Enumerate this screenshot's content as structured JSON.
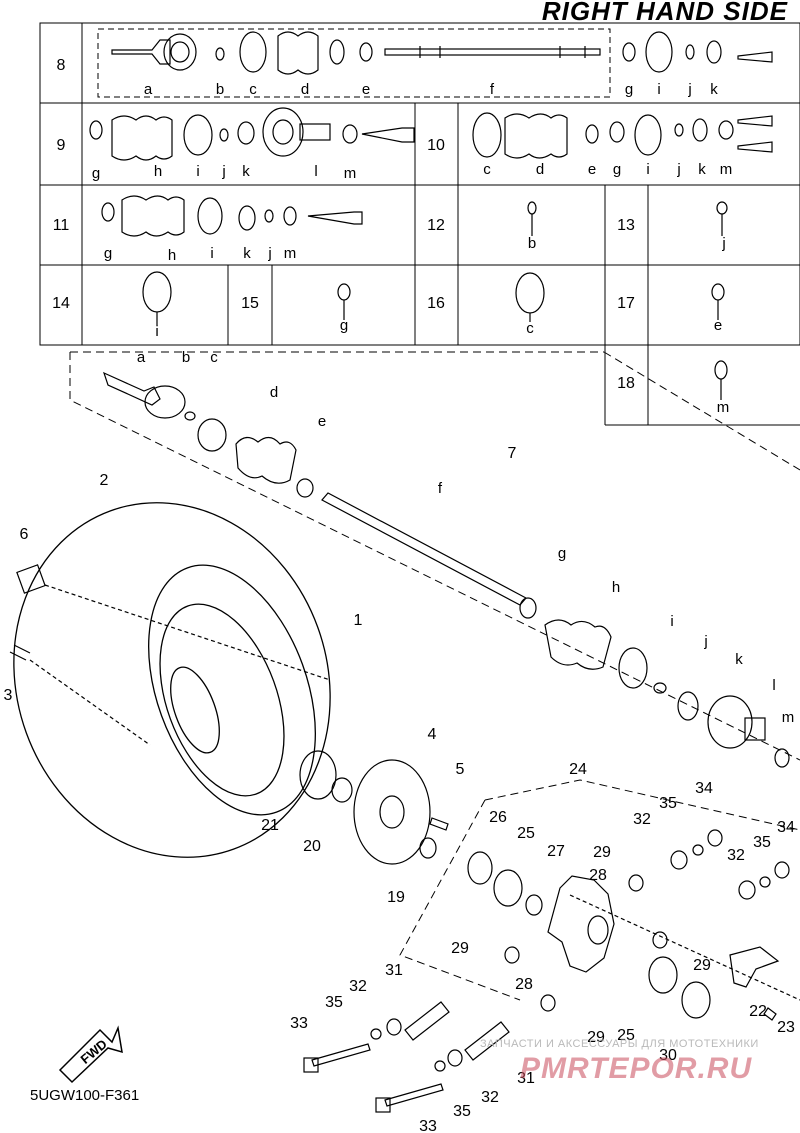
{
  "header": {
    "title": "RIGHT HAND SIDE"
  },
  "footer": {
    "code": "5UGW100-F361",
    "fwd": "FWD"
  },
  "watermark": {
    "text": "ЗАПЧАСТИ И АКСЕССУАРЫ ДЛЯ МОТОТЕХНИКИ",
    "site": "PMRTEPOR.RU"
  },
  "table": [
    {
      "no": "8",
      "parts": [
        "a",
        "b",
        "c",
        "d",
        "e",
        "f",
        "g",
        "i",
        "j",
        "k"
      ]
    },
    {
      "no": "9",
      "parts": [
        "g",
        "h",
        "i",
        "j",
        "k",
        "l",
        "m"
      ]
    },
    {
      "no": "10",
      "parts": [
        "c",
        "d",
        "e",
        "g",
        "i",
        "j",
        "k",
        "m"
      ]
    },
    {
      "no": "11",
      "parts": [
        "g",
        "h",
        "i",
        "k",
        "j",
        "m"
      ]
    },
    {
      "no": "12",
      "parts": [
        "b"
      ]
    },
    {
      "no": "13",
      "parts": [
        "j"
      ]
    },
    {
      "no": "14",
      "parts": [
        "i"
      ]
    },
    {
      "no": "15",
      "parts": [
        "g"
      ]
    },
    {
      "no": "16",
      "parts": [
        "c"
      ]
    },
    {
      "no": "17",
      "parts": [
        "e"
      ]
    },
    {
      "no": "18",
      "parts": [
        "m"
      ]
    }
  ],
  "callouts": [
    "1",
    "2",
    "3",
    "4",
    "5",
    "6",
    "7",
    "19",
    "20",
    "21",
    "22",
    "23",
    "24",
    "25",
    "26",
    "27",
    "28",
    "29",
    "30",
    "31",
    "32",
    "33",
    "34",
    "35"
  ],
  "shaft_letters": [
    "a",
    "b",
    "c",
    "d",
    "e",
    "f",
    "g",
    "h",
    "i",
    "j",
    "k",
    "l",
    "m"
  ]
}
